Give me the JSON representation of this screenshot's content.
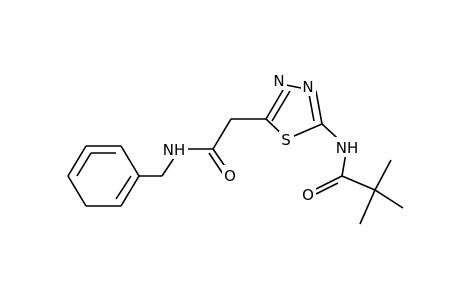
{
  "molecule": {
    "atoms": [
      {
        "id": "n1",
        "label": "N"
      },
      {
        "id": "n2",
        "label": "N"
      },
      {
        "id": "s1",
        "label": "S"
      },
      {
        "id": "nh1",
        "label": "NH"
      },
      {
        "id": "o1",
        "label": "O"
      },
      {
        "id": "nh2",
        "label": "NH"
      },
      {
        "id": "o2",
        "label": "O"
      }
    ]
  }
}
